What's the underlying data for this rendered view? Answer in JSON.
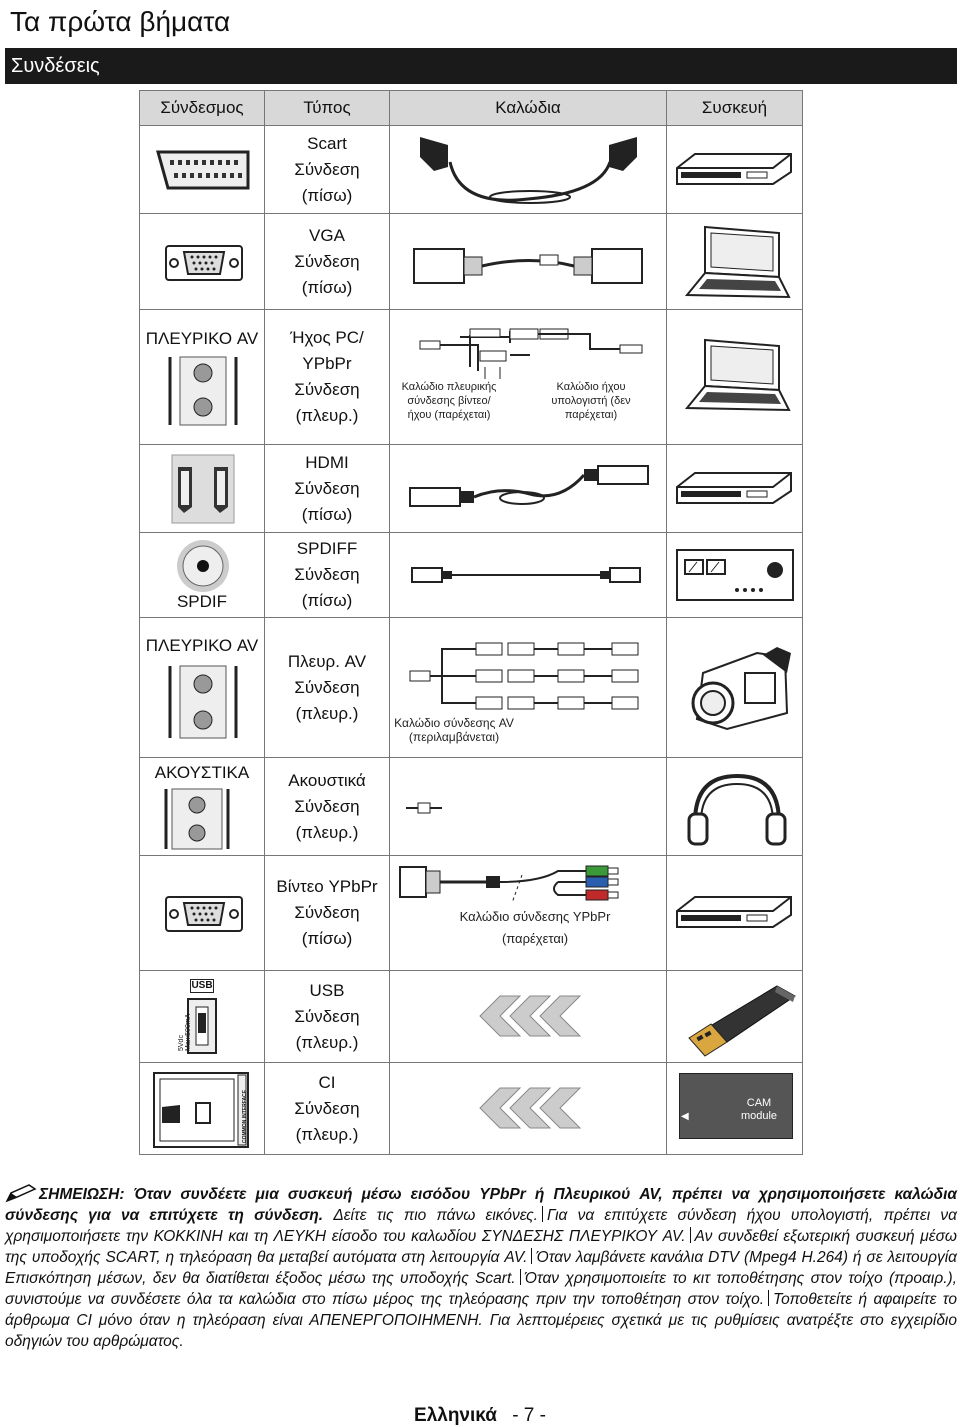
{
  "page_title": "Τα πρώτα βήματα",
  "section_title": "Συνδέσεις",
  "table": {
    "headers": [
      "Σύνδεσμος",
      "Τύπος",
      "Καλώδια",
      "Συσκευή"
    ],
    "rows": [
      {
        "connector_label": "",
        "type_lines": [
          "Scart",
          "Σύνδεση",
          "(πίσω)"
        ],
        "cable_caption": ""
      },
      {
        "connector_label": "",
        "type_lines": [
          "VGA",
          "Σύνδεση",
          "(πίσω)"
        ],
        "cable_caption": ""
      },
      {
        "connector_label": "ΠΛΕΥΡΙΚΟ AV",
        "type_lines": [
          "Ήχος PC/",
          "YPbPr",
          "Σύνδεση",
          "(πλευρ.)"
        ],
        "cable_caption": "Καλώδιο πλευρικής σύνδεσης βίντεο/ ήχου (παρέχεται)",
        "cable_caption_2": "Καλώδιο ήχου υπολογιστή (δεν παρέχεται)"
      },
      {
        "connector_label": "",
        "type_lines": [
          "HDMI",
          "Σύνδεση",
          "(πίσω)"
        ],
        "cable_caption": ""
      },
      {
        "connector_label": "SPDIF",
        "type_lines": [
          "SPDIFF",
          "Σύνδεση",
          "(πίσω)"
        ],
        "cable_caption": ""
      },
      {
        "connector_label": "ΠΛΕΥΡΙΚΟ AV",
        "type_lines": [
          "Πλευρ. AV",
          "Σύνδεση",
          "(πλευρ.)"
        ],
        "cable_caption": "Καλώδιο σύνδεσης AV (περιλαμβάνεται)"
      },
      {
        "connector_label": "ΑΚΟΥΣΤΙΚΑ",
        "type_lines": [
          "Ακουστικά",
          "Σύνδεση",
          "(πλευρ.)"
        ],
        "cable_caption": ""
      },
      {
        "connector_label": "",
        "type_lines": [
          "Βίντεο YPbPr",
          "Σύνδεση",
          "(πίσω)"
        ],
        "cable_caption": "Καλώδιο σύνδεσης YPbPr (παρέχεται)"
      },
      {
        "connector_label": "USB",
        "type_lines": [
          "USB",
          "Σύνδεση",
          "(πλευρ.)"
        ],
        "cable_caption": ""
      },
      {
        "connector_label": "",
        "type_lines": [
          "CI",
          "Σύνδεση",
          "(πλευρ.)"
        ],
        "cable_caption": "",
        "device_text": "CAM module"
      }
    ],
    "usb_rating": "5Vdc Max:500mA",
    "ci_port_label": "COMMON INTERFACE"
  },
  "note": {
    "heading": "ΣΗΜΕΙΩΣΗ:",
    "s1": "Όταν συνδέετε μια συσκευή μέσω εισόδου YPbPr ή Πλευρικού AV, πρέπει να χρησιμοποιήσετε καλώδια σύνδεσης για να επιτύχετε τη σύνδεση.",
    "s2": "Δείτε τις πιο πάνω εικόνες.",
    "s3": "Για να επιτύχετε σύνδεση ήχου υπολογιστή, πρέπει να χρησιμοποιήσετε την ΚΟΚΚΙΝΗ και τη ΛΕΥΚΗ είσοδο του καλωδίου ΣΥΝΔΕΣΗΣ ΠΛΕΥΡΙΚΟΥ AV.",
    "s4": "Αν συνδεθεί εξωτερική συσκευή μέσω της υποδοχής SCART, η τηλεόραση θα μεταβεί αυτόματα στη λειτουργία AV.",
    "s5": "Όταν λαμβάνετε κανάλια DTV (Mpeg4 H.264) ή σε λειτουργία Επισκόπηση μέσων, δεν θα διατίθεται έξοδος μέσω της υποδοχής Scart.",
    "s6": "Όταν χρησιμοποιείτε το κιτ τοποθέτησης στον τοίχο (προαιρ.), συνιστούμε να συνδέσετε όλα τα καλώδια στο πίσω μέρος της τηλεόρασης πριν την τοποθέτηση στον τοίχο.",
    "s7": "Τοποθετείτε ή αφαιρείτε το άρθρωμα CI μόνο όταν η τηλεόραση είναι ΑΠΕΝΕΡΓΟΠΟΙΗΜΕΝΗ. Για λεπτομέρειες σχετικά με τις ρυθμίσεις ανατρέξτε στο εγχειρίδιο οδηγιών του αρθρώματος."
  },
  "footer": {
    "language": "Ελληνικά",
    "page": "- 7 -"
  },
  "colors": {
    "section_bar": "#1a1a1a",
    "header_bg": "#d8d8d8",
    "ypbpr_green": "#3a9a3a",
    "ypbpr_blue": "#2a5fb0",
    "ypbpr_red": "#c02a2a"
  }
}
